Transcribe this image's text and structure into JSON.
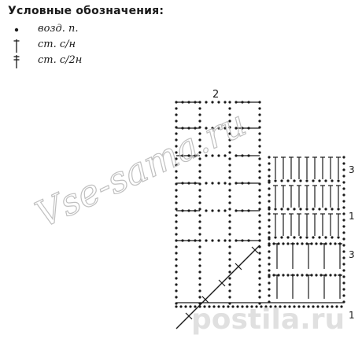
{
  "legend": {
    "title": "Условные обозначения:",
    "items": [
      {
        "symbol": "chain-dot",
        "label": "возд. п."
      },
      {
        "symbol": "single-crochet",
        "label": "ст. с/н"
      },
      {
        "symbol": "half-double-crochet",
        "label": "ст. с/2н"
      }
    ]
  },
  "chart": {
    "top_label": "2",
    "row_numbers": [
      "3",
      "1",
      "3",
      "1"
    ]
  },
  "watermarks": {
    "site1": "Vse-sama.ru",
    "site2": "postila.ru"
  },
  "colors": {
    "ink": "#1a1a1a",
    "watermark": "#b9b9b9"
  }
}
